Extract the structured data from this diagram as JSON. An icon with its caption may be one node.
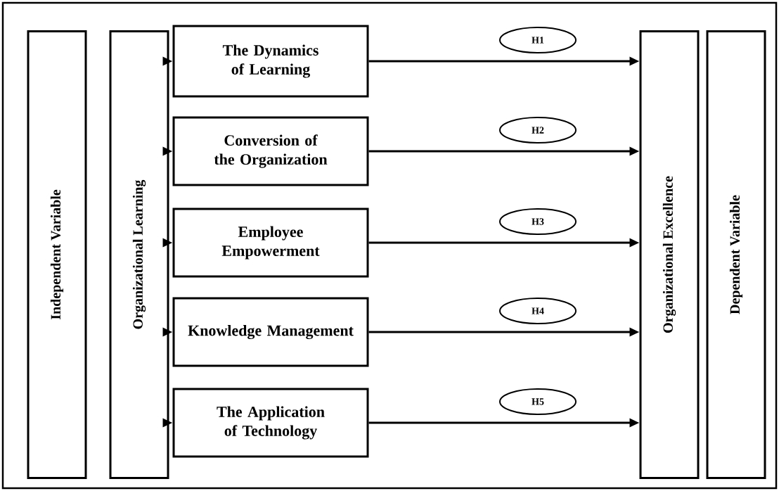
{
  "diagram": {
    "nodes": [
      {
        "text": [
          "Independent Variable"
        ]
      },
      {
        "text": [
          "Organizational Learning"
        ]
      },
      {
        "text": [
          "The Dynamics of Learning"
        ]
      },
      {
        "text": [
          "Conversion of the Organization"
        ]
      },
      {
        "text": [
          "Employee Empowerment"
        ]
      },
      {
        "text": [
          "Knowledge Management"
        ]
      },
      {
        "text": [
          "The Application of Technology"
        ]
      },
      {
        "text": [
          "Organizational Excellence"
        ]
      },
      {
        "text": [
          "Dependent Variable"
        ]
      },
      {
        "text": [
          "H1"
        ]
      },
      {
        "text": [
          "H2"
        ]
      },
      {
        "text": [
          "H3"
        ]
      },
      {
        "text": [
          "H4"
        ]
      },
      {
        "text": [
          "H5"
        ]
      }
    ],
    "edges": [
      {
        "from": 1,
        "to": 2,
        "arrow": "to"
      },
      {
        "from": 1,
        "to": 3,
        "arrow": "to"
      },
      {
        "from": 1,
        "to": 4,
        "arrow": "to"
      },
      {
        "from": 1,
        "to": 5,
        "arrow": "to"
      },
      {
        "from": 1,
        "to": 6,
        "arrow": "to"
      },
      {
        "from": 2,
        "to": 7,
        "arrow": "to"
      },
      {
        "from": 3,
        "to": 7,
        "arrow": "to"
      },
      {
        "from": 4,
        "to": 7,
        "arrow": "to"
      },
      {
        "from": 5,
        "to": 7,
        "arrow": "to"
      },
      {
        "from": 6,
        "to": 7,
        "arrow": "to"
      }
    ]
  }
}
